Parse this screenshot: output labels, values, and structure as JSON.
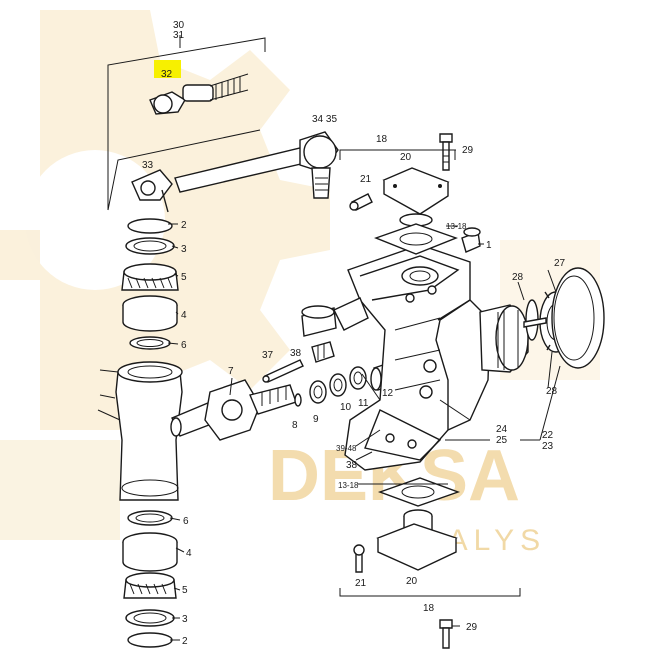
{
  "diagram": {
    "highlight_color": "#f7f000",
    "watermark_color": "#f3dcae",
    "watermark": {
      "brand_top": "DEKSA",
      "brand_bottom": "DALYS"
    },
    "callouts": {
      "c30_31": "30\n31",
      "c30": "30",
      "c31": "31",
      "c32": "32",
      "c33": "33",
      "c34_35": "34 35",
      "c18_top": "18",
      "c20_top": "20",
      "c29_top": "29",
      "c21_top": "21",
      "c13_18_top": "13-18",
      "c1": "1",
      "c2_top": "2",
      "c3_top": "3",
      "c5_top": "5",
      "c4_top": "4",
      "c6_top": "6",
      "c7": "7",
      "c37": "37",
      "c38_top": "38",
      "c8": "8",
      "c9": "9",
      "c10": "10",
      "c11": "11",
      "c12": "12",
      "c28_top": "28",
      "c27": "27",
      "c28_bottom": "28",
      "c24": "24",
      "c25": "25",
      "c22": "22",
      "c23": "23",
      "c39_48": "39-48",
      "c38_bottom": "38",
      "c13_18_bottom": "13-18",
      "c6_bottom": "6",
      "c4_bottom": "4",
      "c5_bottom": "5",
      "c3_bottom": "3",
      "c2_bottom": "2",
      "c21_bottom": "21",
      "c20_bottom": "20",
      "c18_bottom": "18",
      "c29_bottom": "29"
    }
  }
}
